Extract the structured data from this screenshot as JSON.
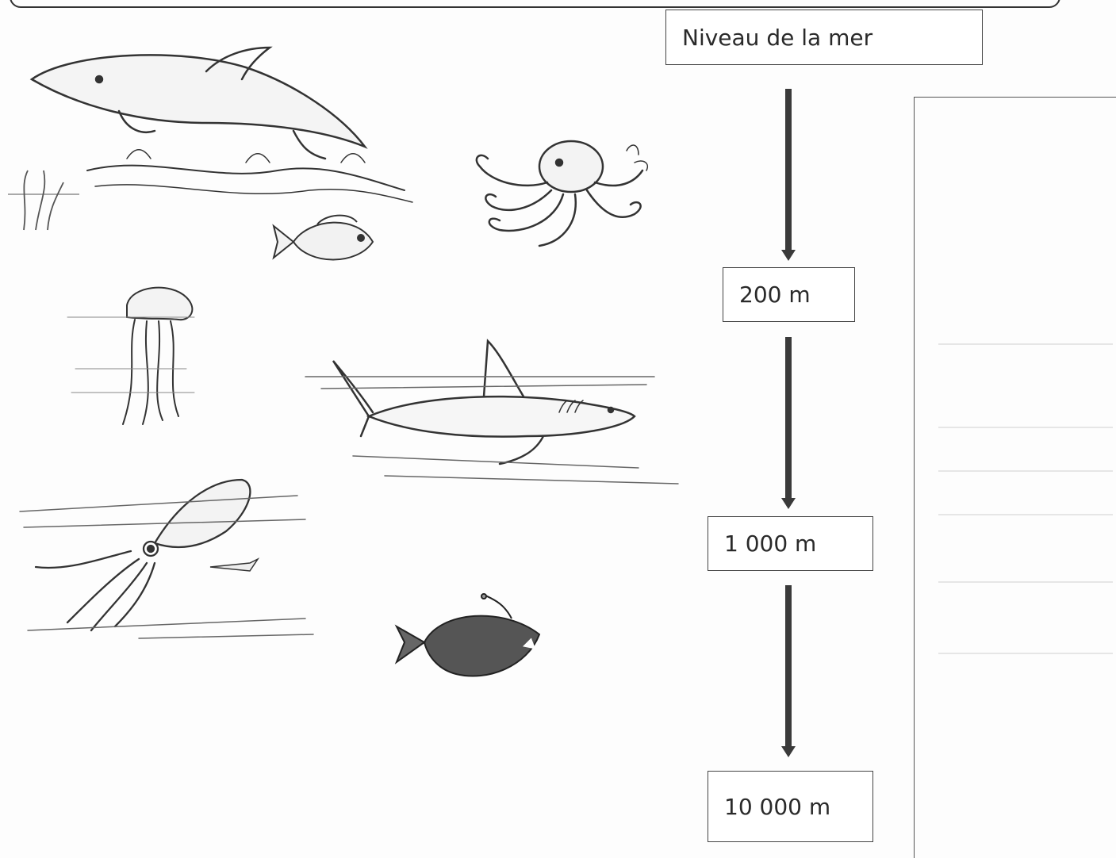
{
  "depth_scale": {
    "levels": [
      {
        "label": "Niveau de la mer"
      },
      {
        "label": "200 m"
      },
      {
        "label": "1 000 m"
      },
      {
        "label": "10 000 m"
      }
    ]
  },
  "illustrations": [
    {
      "name": "dolphin"
    },
    {
      "name": "octopus"
    },
    {
      "name": "small fish"
    },
    {
      "name": "jellyfish"
    },
    {
      "name": "shark"
    },
    {
      "name": "squid"
    },
    {
      "name": "anglerfish"
    }
  ],
  "colors": {
    "ink": "#333333",
    "arrow": "#3a3a3a",
    "paper": "#fdfdfd"
  }
}
